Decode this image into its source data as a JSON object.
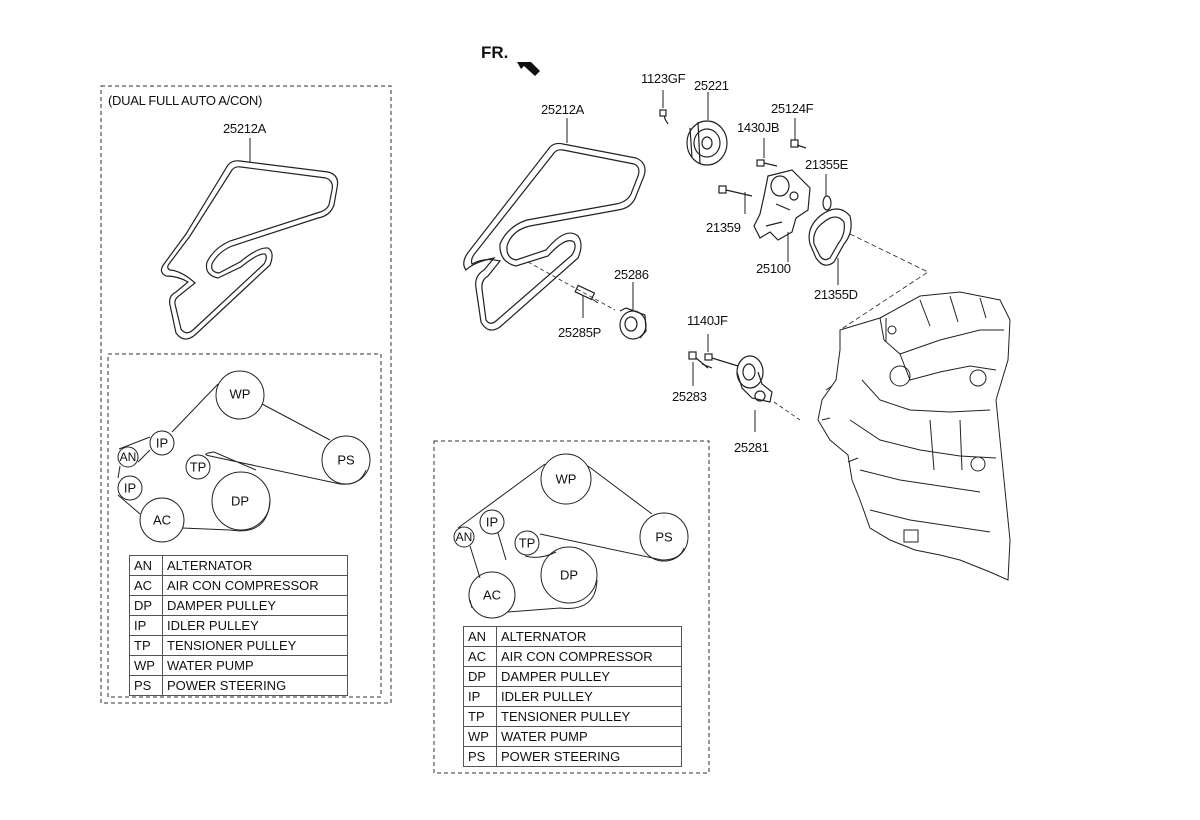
{
  "fr_label": "FR.",
  "variant_label": "(DUAL FULL AUTO A/CON)",
  "parts": {
    "belt_left": "25212A",
    "belt_center": "25212A",
    "bolt_1123": "1123GF",
    "pulley_25221": "25221",
    "bolt_25124": "25124F",
    "bolt_1430": "1430JB",
    "gasket_21355e": "21355E",
    "bolt_21359": "21359",
    "pump_25100": "25100",
    "gasket_21355d": "21355D",
    "idler_25286": "25286",
    "bolt_25285": "25285P",
    "bolt_1140": "1140JF",
    "bolt_25283": "25283",
    "tensioner_25281": "25281"
  },
  "pulleys": {
    "wp": "WP",
    "ps": "PS",
    "ip": "IP",
    "an": "AN",
    "tp": "TP",
    "dp": "DP",
    "ac": "AC"
  },
  "legend": [
    {
      "abbr": "AN",
      "name": "ALTERNATOR"
    },
    {
      "abbr": "AC",
      "name": "AIR CON COMPRESSOR"
    },
    {
      "abbr": "DP",
      "name": "DAMPER PULLEY"
    },
    {
      "abbr": "IP",
      "name": "IDLER PULLEY"
    },
    {
      "abbr": "TP",
      "name": "TENSIONER PULLEY"
    },
    {
      "abbr": "WP",
      "name": "WATER PUMP"
    },
    {
      "abbr": "PS",
      "name": "POWER STEERING"
    }
  ]
}
